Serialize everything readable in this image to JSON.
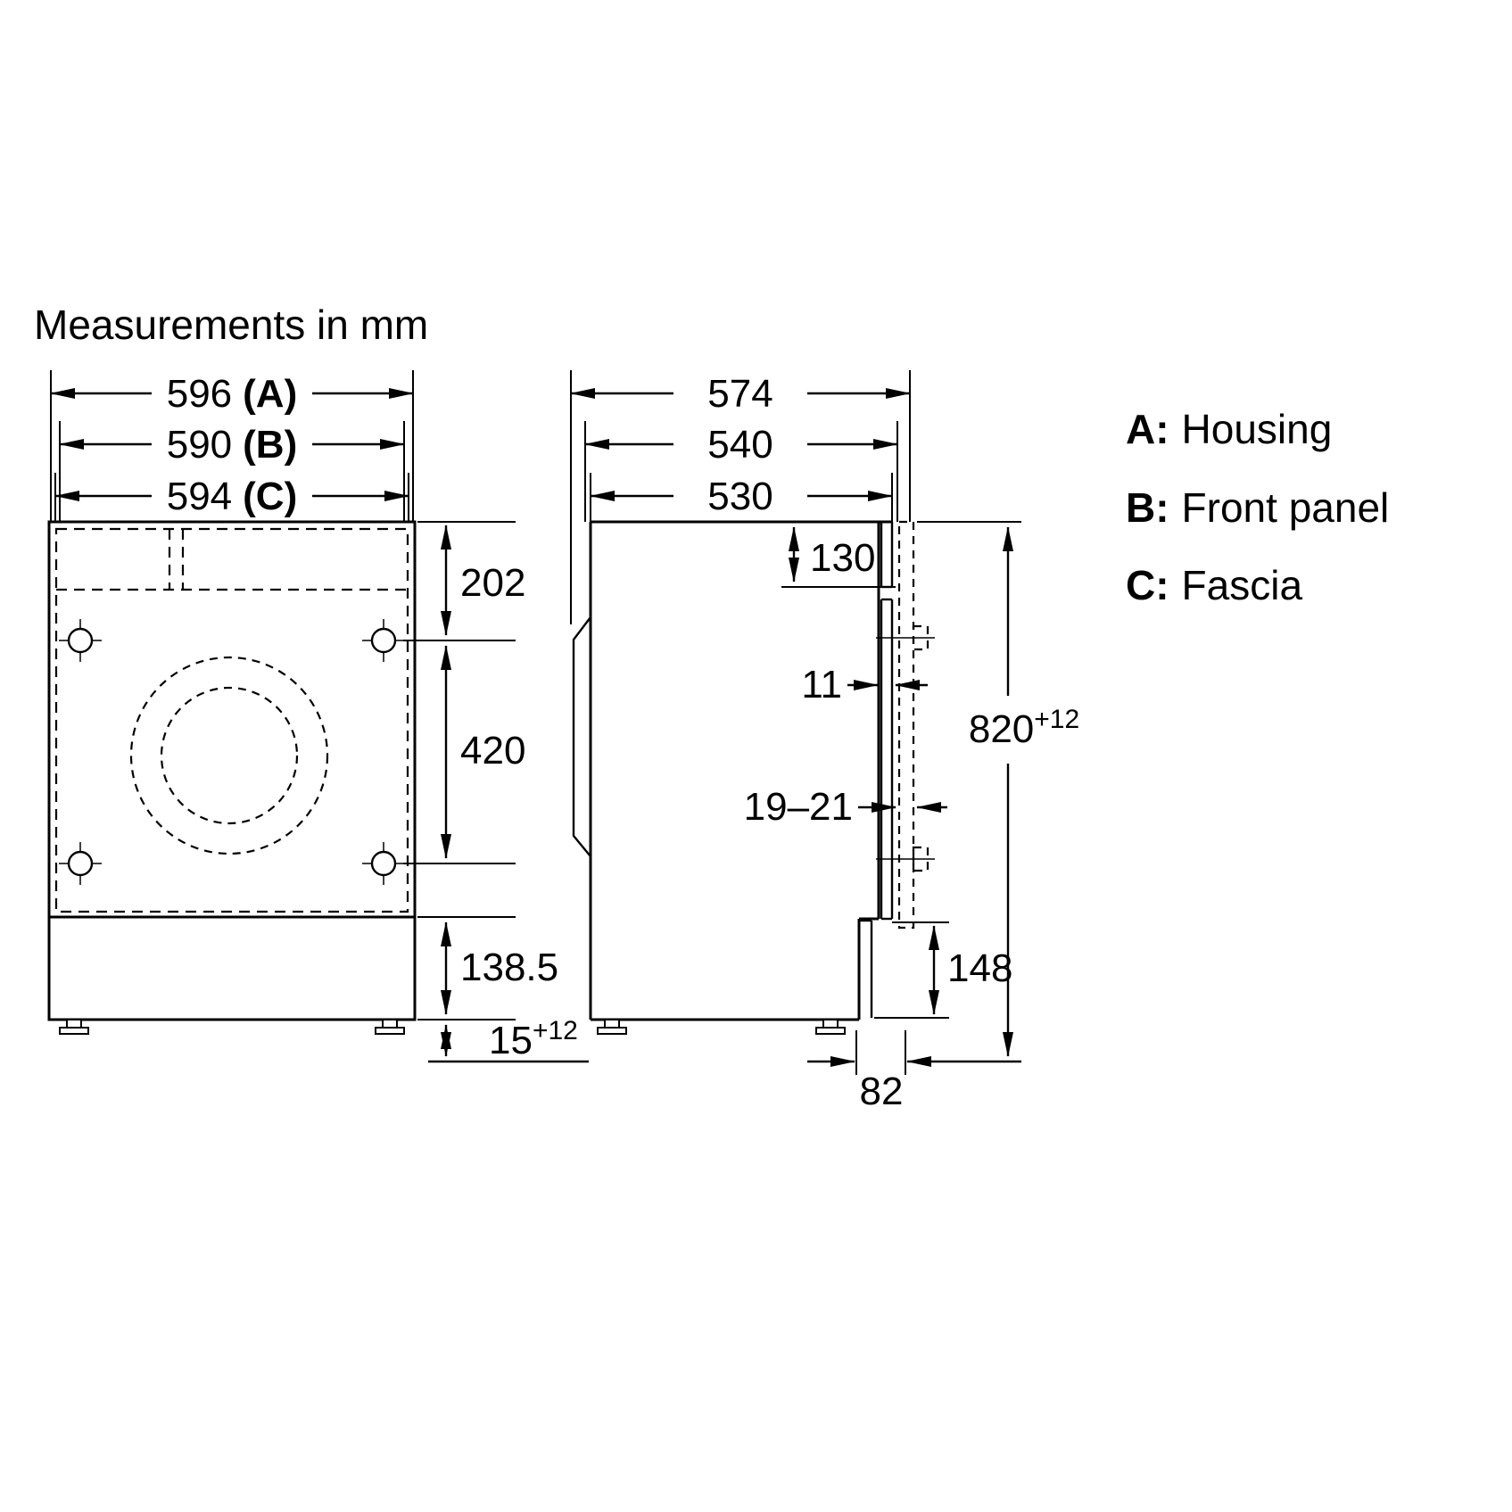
{
  "title": "Measurements in mm",
  "front_view": {
    "width_dims": [
      {
        "num": "596",
        "ref": "(A)"
      },
      {
        "num": "590",
        "ref": "(B)"
      },
      {
        "num": "594",
        "ref": "(C)"
      }
    ],
    "dim_top": "202",
    "dim_door": "420",
    "dim_plinth": "138.5",
    "dim_feet": {
      "num": "15",
      "sup": "+12"
    }
  },
  "side_view": {
    "depth_dims": [
      "574",
      "540",
      "530"
    ],
    "dim_top_panel": "130",
    "dim_panel_thickness": "11",
    "dim_gap": "19–21",
    "dim_height": {
      "num": "820",
      "sup": "+12"
    },
    "dim_plinth_right": "148",
    "dim_recess": "82"
  },
  "legend": [
    {
      "key": "A:",
      "label": "Housing"
    },
    {
      "key": "B:",
      "label": "Front panel"
    },
    {
      "key": "C:",
      "label": "Fascia"
    }
  ]
}
